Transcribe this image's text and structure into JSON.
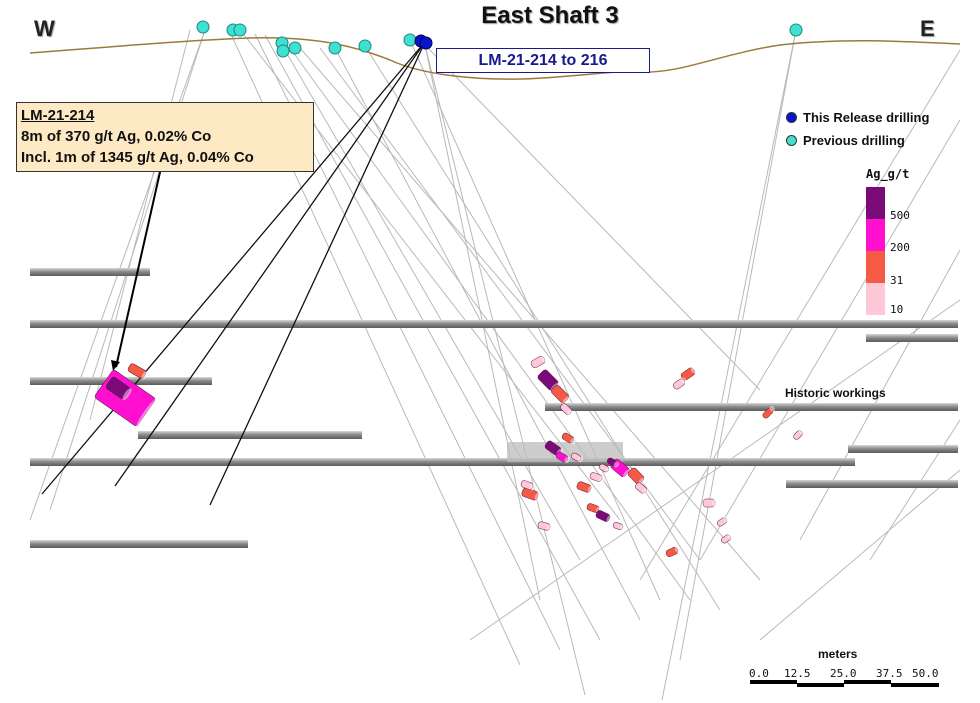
{
  "title": "East Shaft 3",
  "directions": {
    "west": "W",
    "east": "E"
  },
  "drill_range_label": "LM-21-214 to 216",
  "callout": {
    "hole": "LM-21-214",
    "line1": "8m of 370 g/t Ag, 0.02% Co",
    "line2": "Incl. 1m of 1345 g/t Ag, 0.04% Co"
  },
  "legend": {
    "this_release": {
      "label": "This Release drilling",
      "color": "#0a14c8"
    },
    "previous": {
      "label": "Previous drilling",
      "color": "#3fe0d0"
    }
  },
  "grade_scale": {
    "title": "Ag_g/t",
    "bins": [
      {
        "label": "500",
        "color": "#7a0a78"
      },
      {
        "label": "200",
        "color": "#ff10d0"
      },
      {
        "label": "31",
        "color": "#f45a44"
      },
      {
        "label": "10",
        "color": "#ffc8d8"
      }
    ]
  },
  "historic_label": "Historic workings",
  "scale_bar": {
    "unit": "meters",
    "ticks": [
      "0.0",
      "12.5",
      "25.0",
      "37.5",
      "50.0"
    ]
  },
  "colors": {
    "topography": "#9c7a3c",
    "drill_trace_previous": "#b9b9b9",
    "drill_trace_release": "#111111",
    "workings": "#8a8a8a"
  }
}
